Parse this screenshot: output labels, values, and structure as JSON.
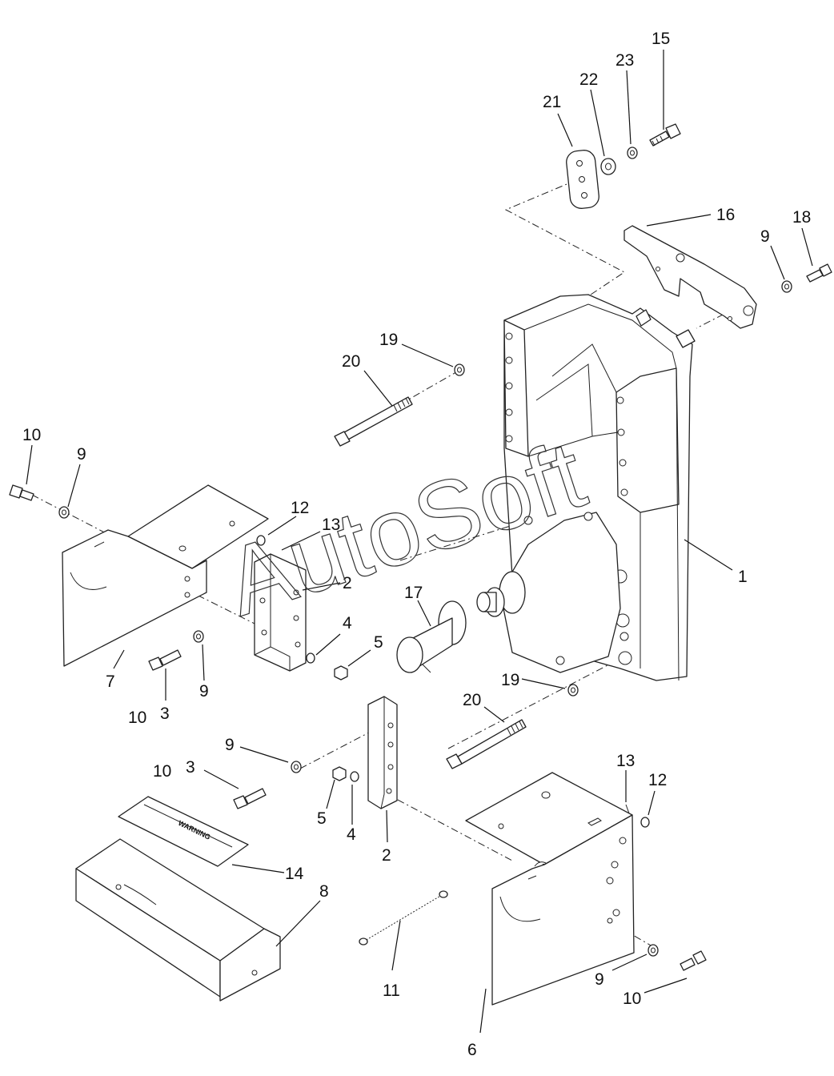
{
  "diagram": {
    "watermark": "AutoSoft",
    "decal_text": "WARNING",
    "callouts": [
      {
        "id": "c15",
        "label": "15"
      },
      {
        "id": "c23",
        "label": "23"
      },
      {
        "id": "c22",
        "label": "22"
      },
      {
        "id": "c21",
        "label": "21"
      },
      {
        "id": "c16",
        "label": "16"
      },
      {
        "id": "c18",
        "label": "18"
      },
      {
        "id": "c9a",
        "label": "9"
      },
      {
        "id": "c19a",
        "label": "19"
      },
      {
        "id": "c20a",
        "label": "20"
      },
      {
        "id": "c10a",
        "label": "10"
      },
      {
        "id": "c9b",
        "label": "9"
      },
      {
        "id": "c12a",
        "label": "12"
      },
      {
        "id": "c13a",
        "label": "13"
      },
      {
        "id": "c2a",
        "label": "2"
      },
      {
        "id": "c1",
        "label": "1"
      },
      {
        "id": "c17",
        "label": "17"
      },
      {
        "id": "c4a",
        "label": "4"
      },
      {
        "id": "c5a",
        "label": "5"
      },
      {
        "id": "c7",
        "label": "7"
      },
      {
        "id": "c9c",
        "label": "9"
      },
      {
        "id": "c10b",
        "label": "10"
      },
      {
        "id": "c3a",
        "label": "3"
      },
      {
        "id": "c19b",
        "label": "19"
      },
      {
        "id": "c20b",
        "label": "20"
      },
      {
        "id": "c9d",
        "label": "9"
      },
      {
        "id": "c10c",
        "label": "10"
      },
      {
        "id": "c3b",
        "label": "3"
      },
      {
        "id": "c5b",
        "label": "5"
      },
      {
        "id": "c4b",
        "label": "4"
      },
      {
        "id": "c2b",
        "label": "2"
      },
      {
        "id": "c13b",
        "label": "13"
      },
      {
        "id": "c12b",
        "label": "12"
      },
      {
        "id": "c14",
        "label": "14"
      },
      {
        "id": "c8",
        "label": "8"
      },
      {
        "id": "c11",
        "label": "11"
      },
      {
        "id": "c9e",
        "label": "9"
      },
      {
        "id": "c10d",
        "label": "10"
      },
      {
        "id": "c6",
        "label": "6"
      }
    ]
  }
}
